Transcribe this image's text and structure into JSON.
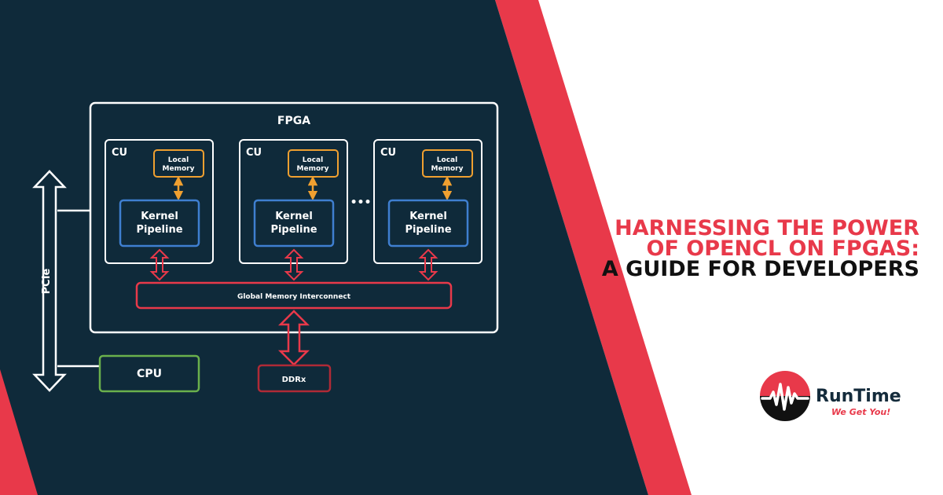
{
  "colors": {
    "navy": "#0f2a3a",
    "red": "#e8394a",
    "orange": "#f0a030",
    "blue": "#3f7fd0",
    "green": "#6ab04c",
    "darkred": "#b02a36",
    "white": "#ffffff"
  },
  "diagram": {
    "fpga_label": "FPGA",
    "pcie_label": "PCIe",
    "cpu_label": "CPU",
    "ddr_label": "DDRx",
    "interconnect_label": "Global Memory Interconnect",
    "ellipsis": "•••",
    "compute_units": [
      {
        "label": "CU",
        "local_memory": [
          "Local",
          "Memory"
        ],
        "kernel": [
          "Kernel",
          "Pipeline"
        ]
      },
      {
        "label": "CU",
        "local_memory": [
          "Local",
          "Memory"
        ],
        "kernel": [
          "Kernel",
          "Pipeline"
        ]
      },
      {
        "label": "CU",
        "local_memory": [
          "Local",
          "Memory"
        ],
        "kernel": [
          "Kernel",
          "Pipeline"
        ]
      }
    ]
  },
  "headline": {
    "line1": "HARNESSING THE POWER",
    "line2": "OF OPENCL ON FPGAS:",
    "line3": "A GUIDE FOR DEVELOPERS"
  },
  "logo": {
    "name": "RunTime",
    "tagline": "We Get You!",
    "icon": "pulse-wave-icon"
  }
}
